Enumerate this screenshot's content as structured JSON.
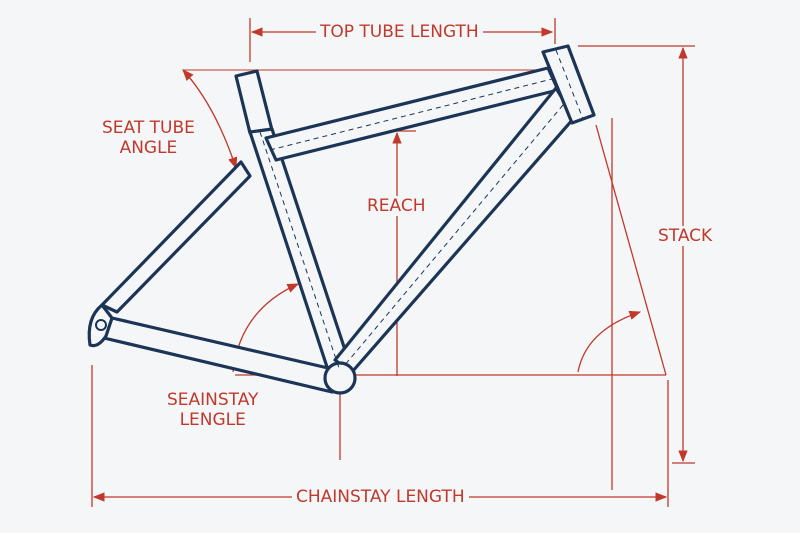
{
  "labels": {
    "top_tube_length": "TOP TUBE LENGTH",
    "seat_tube_angle_line1": "SEAT TUBE",
    "seat_tube_angle_line2": "ANGLE",
    "reach": "REACH",
    "stack": "STACK",
    "seatstay_line1": "SEAINSTAY",
    "seatstay_line2": "LENGLE",
    "chainstay_length": "CHAINSTAY LENGTH"
  },
  "colors": {
    "frame": "#1c3557",
    "dimension": "#c0392b",
    "background": "#f5f6f8"
  }
}
